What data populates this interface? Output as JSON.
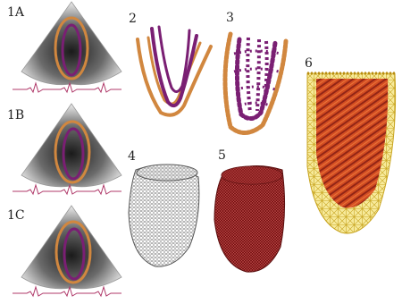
{
  "labels": {
    "p1a": "1A",
    "p1b": "1B",
    "p1c": "1C",
    "p2": "2",
    "p3": "3",
    "p4": "4",
    "p5": "5",
    "p6": "6"
  },
  "colors": {
    "endocardium": "#7a1f73",
    "epicardium": "#d1873f",
    "ecg": "#b03a6a",
    "wire_grey": "#6a6a6a",
    "wire_red": "#8e1f1f",
    "mesh_yellow": "#f0d84a",
    "mesh_red": "#b02a14"
  }
}
